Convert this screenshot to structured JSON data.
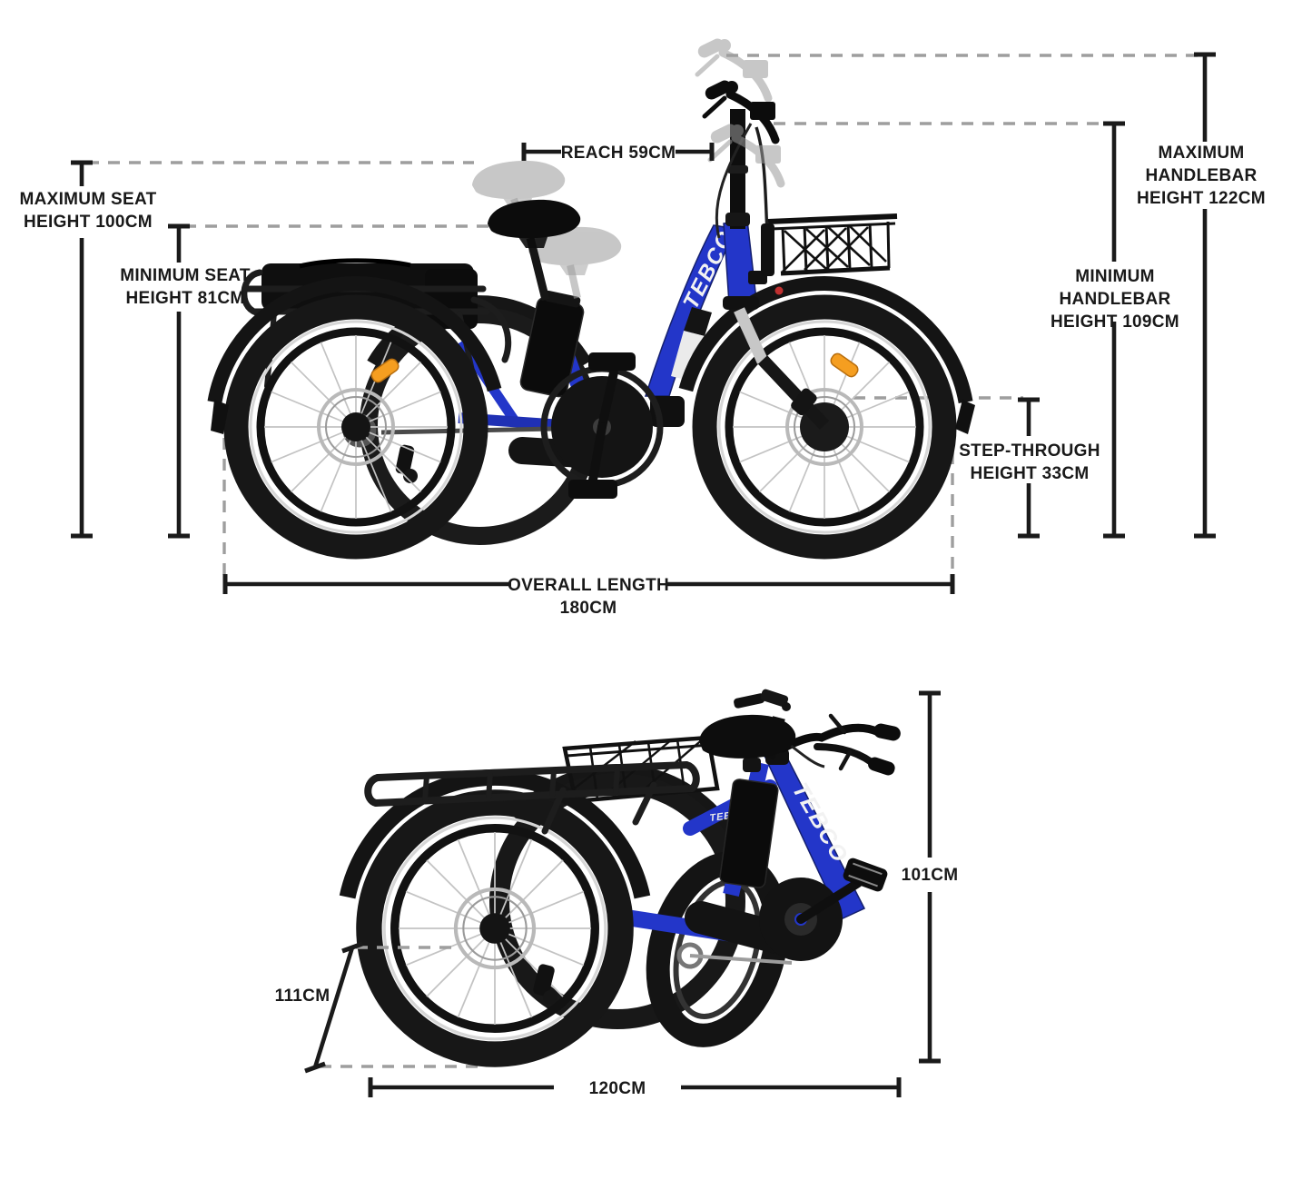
{
  "brand": {
    "name": "TEBCO"
  },
  "colors": {
    "frame_blue": "#2336c9",
    "annotation_black": "#191919",
    "guide_dash_gray": "#9e9e9e",
    "reflector_orange": "#f59e20"
  },
  "unfolded_view": {
    "description": "side view of electric folding trike with dimension guides",
    "labels": {
      "max_seat_height": "MAXIMUM SEAT HEIGHT 100CM",
      "min_seat_height": "MINIMUM SEAT HEIGHT 81CM",
      "reach": "REACH 59CM",
      "max_handlebar_height": "MAXIMUM HANDLEBAR HEIGHT 122CM",
      "min_handlebar_height": "MINIMUM HANDLEBAR HEIGHT 109CM",
      "step_through_height": "STEP-THROUGH HEIGHT 33CM",
      "overall_length_title": "OVERALL LENGTH",
      "overall_length_value": "180CM"
    }
  },
  "folded_view": {
    "description": "folded trike rear three-quarter view with dimension guides",
    "labels": {
      "folded_height": "101CM",
      "folded_depth": "111CM",
      "folded_length": "120CM"
    }
  }
}
